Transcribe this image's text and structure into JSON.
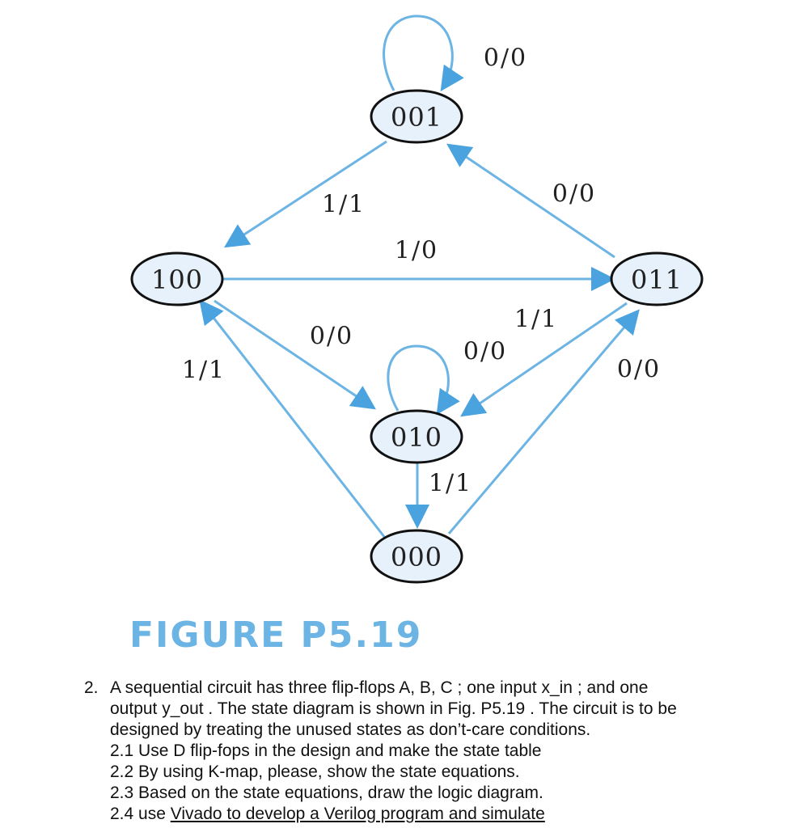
{
  "diagram": {
    "states": [
      {
        "id": "s001",
        "label": "001"
      },
      {
        "id": "s100",
        "label": "100"
      },
      {
        "id": "s011",
        "label": "011"
      },
      {
        "id": "s010",
        "label": "010"
      },
      {
        "id": "s000",
        "label": "000"
      }
    ],
    "transitions": [
      {
        "from": "001",
        "to": "001",
        "label": "0/0"
      },
      {
        "from": "001",
        "to": "100",
        "label": "1/1"
      },
      {
        "from": "011",
        "to": "001",
        "label": "0/0"
      },
      {
        "from": "100",
        "to": "011",
        "label": "1/0"
      },
      {
        "from": "100",
        "to": "010",
        "label": "0/0"
      },
      {
        "from": "000",
        "to": "100",
        "label": "1/1"
      },
      {
        "from": "010",
        "to": "010",
        "label": "0/0"
      },
      {
        "from": "011",
        "to": "010",
        "label": "1/1"
      },
      {
        "from": "000",
        "to": "011",
        "label": "0/0"
      },
      {
        "from": "010",
        "to": "000",
        "label": "1/1"
      }
    ],
    "colors": {
      "edge": "#6cb4e4",
      "node_fill": "#e6f1fb",
      "caption": "#6cb4e4"
    }
  },
  "figure_caption": "FIGURE P5.19",
  "problem": {
    "number": "2.",
    "line1": "A sequential circuit has three flip-flops A, B, C ; one input x_in ; and one",
    "line2": "output y_out . The state diagram is shown in Fig. P5.19 . The circuit is to be",
    "line3": "designed by treating the unused states as don’t-care conditions.",
    "item1": "2.1 Use D flip-fops in the design and make the state table",
    "item2": "2.2 By using K-map, please, show the state equations.",
    "item3": "2.3 Based on the state equations, draw the logic diagram.",
    "item4_prefix": "2.4 use ",
    "item4_link": "Vivado to develop a Verilog program and simulate"
  }
}
